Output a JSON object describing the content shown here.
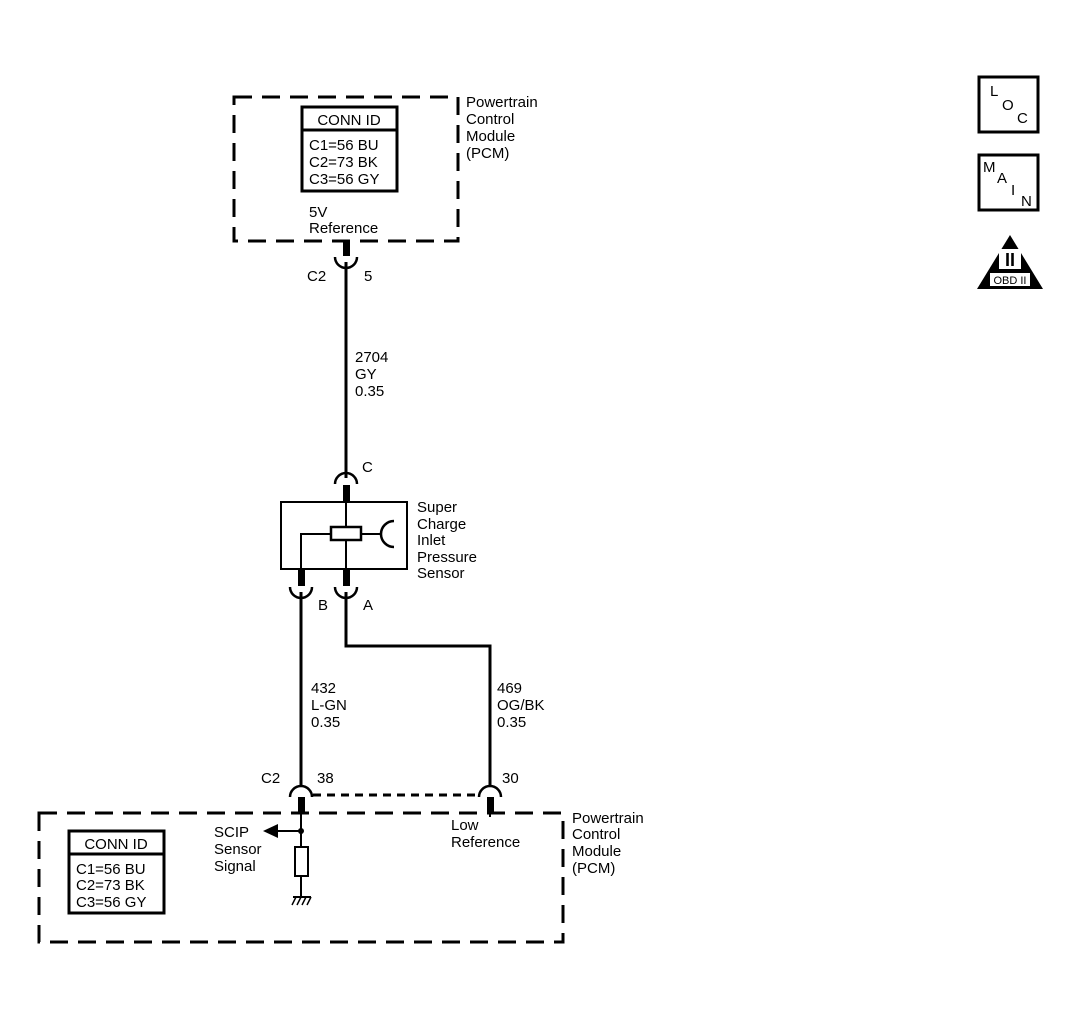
{
  "pcm_top": {
    "title_lines": [
      "Powertrain",
      "Control",
      "Module",
      "(PCM)"
    ],
    "conn_id_title": "CONN ID",
    "conn_id_lines": [
      "C1=56 BU",
      "C2=73 BK",
      "C3=56 GY"
    ],
    "ref_lines": [
      "5V",
      "Reference"
    ],
    "connector": "C2",
    "pin": "5"
  },
  "wire_top": {
    "circuit": "2704",
    "color": "GY",
    "gauge": "0.35"
  },
  "sensor": {
    "pin_c": "C",
    "pin_b": "B",
    "pin_a": "A",
    "name_lines": [
      "Super",
      "Charge",
      "Inlet",
      "Pressure",
      "Sensor"
    ]
  },
  "wire_b": {
    "circuit": "432",
    "color": "L-GN",
    "gauge": "0.35"
  },
  "wire_a": {
    "circuit": "469",
    "color": "OG/BK",
    "gauge": "0.35"
  },
  "pcm_bottom": {
    "connector": "C2",
    "pin_signal": "38",
    "pin_low": "30",
    "conn_id_title": "CONN ID",
    "conn_id_lines": [
      "C1=56 BU",
      "C2=73 BK",
      "C3=56 GY"
    ],
    "signal_lines": [
      "SCIP",
      "Sensor",
      "Signal"
    ],
    "low_lines": [
      "Low",
      "Reference"
    ],
    "title_lines": [
      "Powertrain",
      "Control",
      "Module",
      "(PCM)"
    ]
  },
  "icons": {
    "loc": [
      "L",
      "O",
      "C"
    ],
    "main": [
      "M",
      "A",
      "I",
      "N"
    ],
    "obd_numeral": "II",
    "obd_label": "OBD II"
  }
}
